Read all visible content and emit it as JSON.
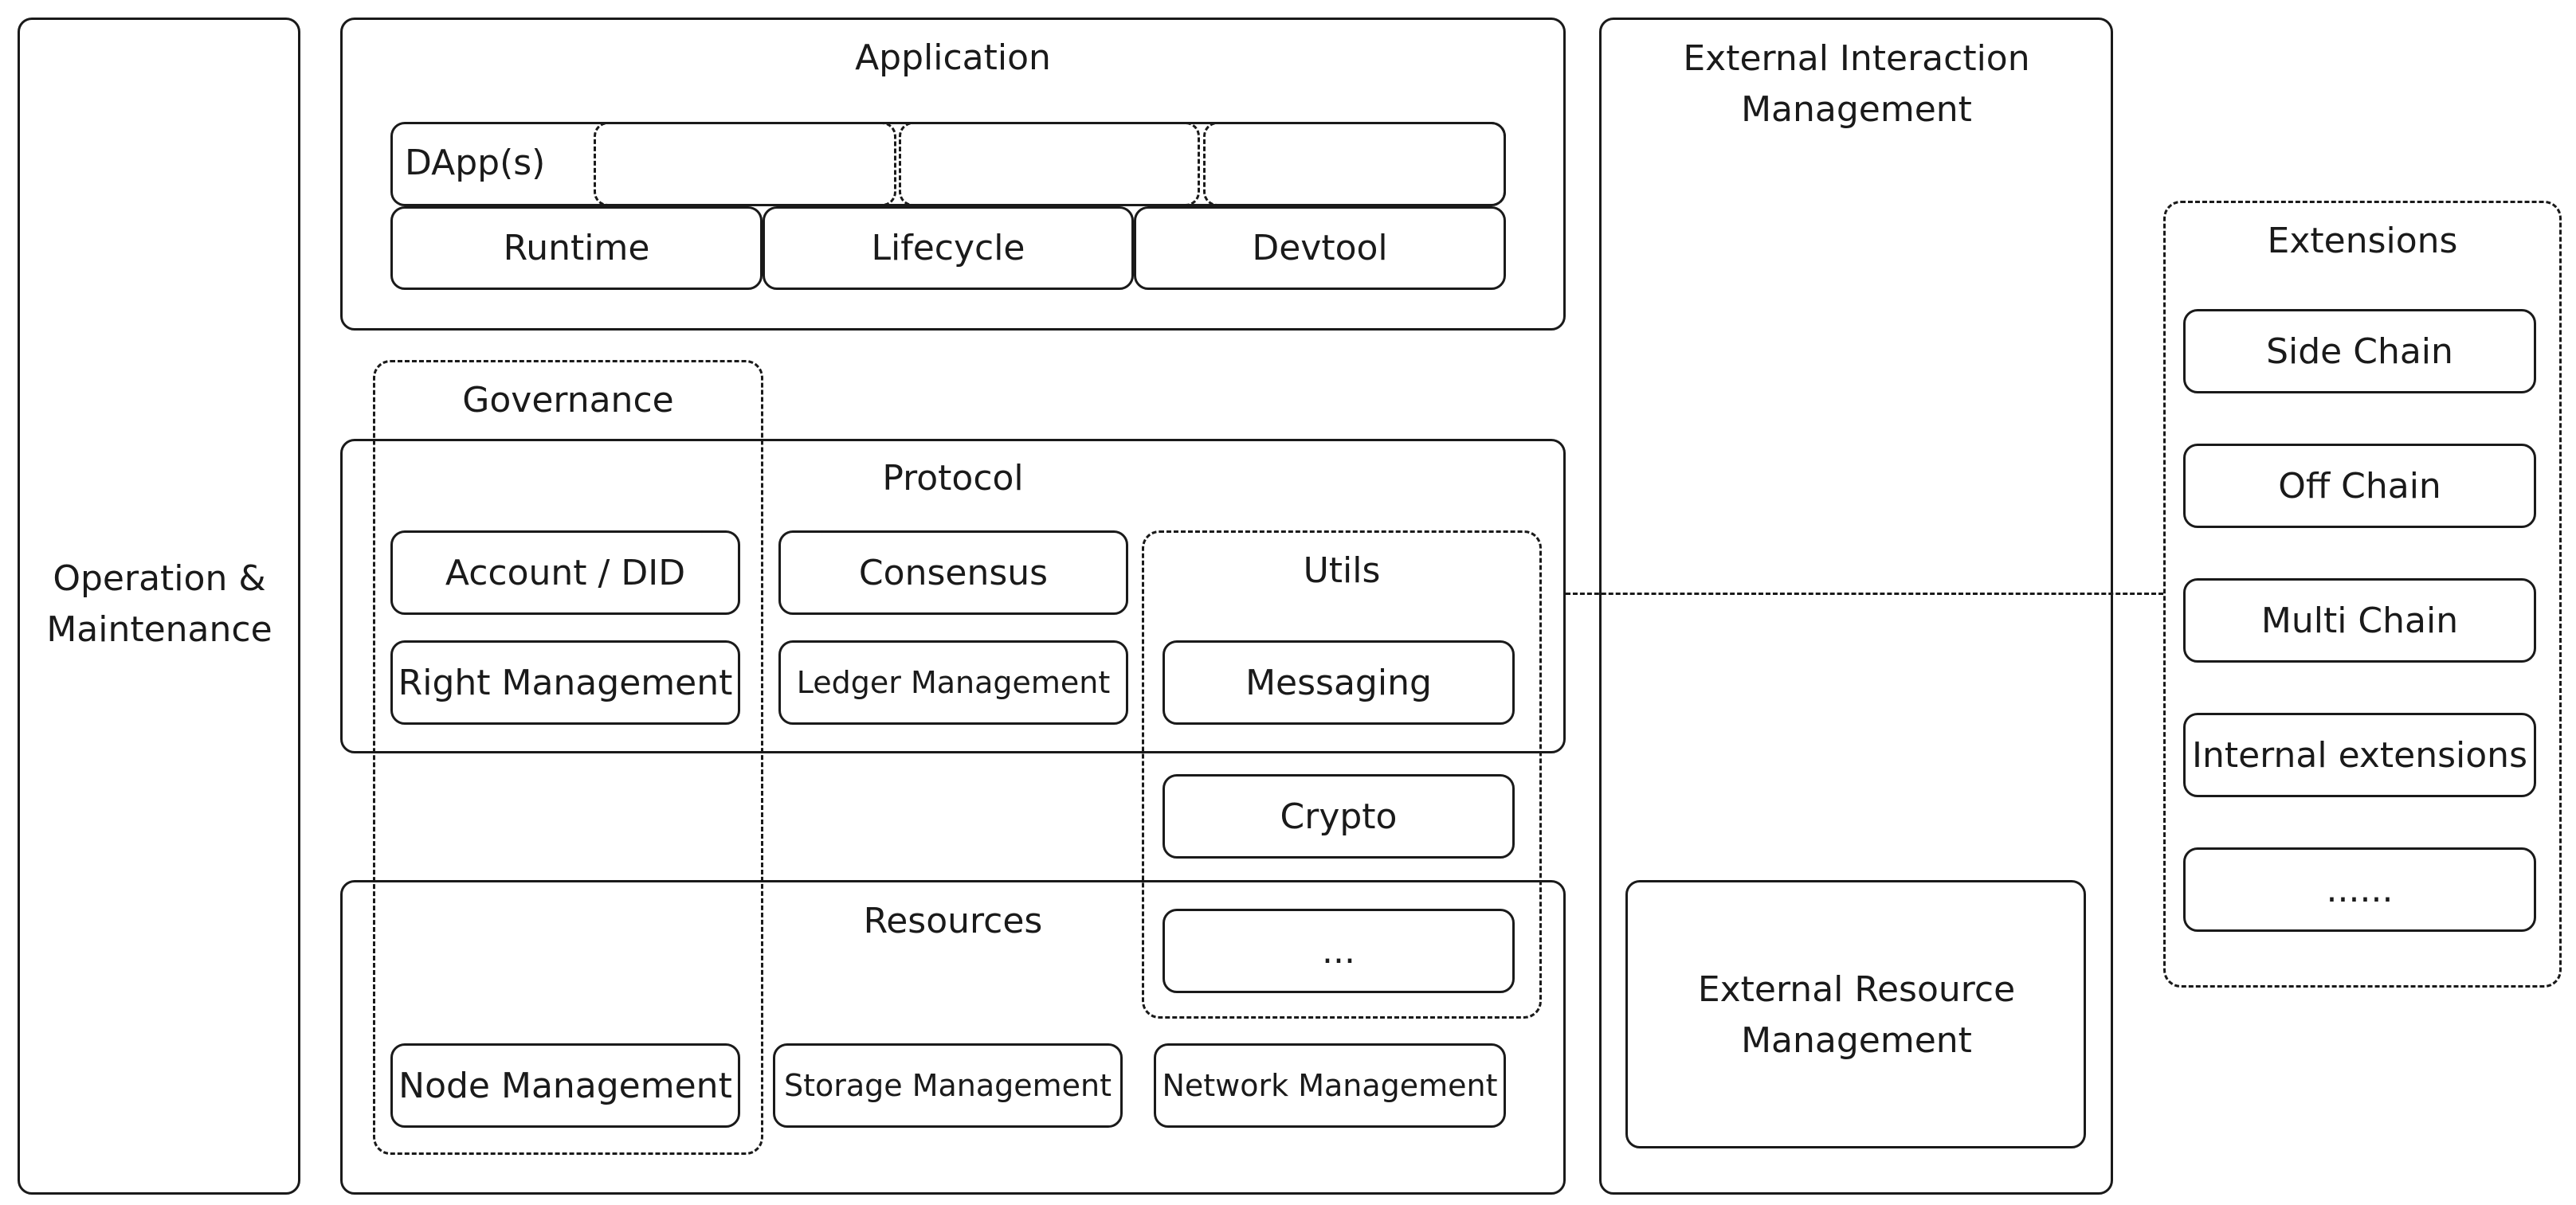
{
  "operation": {
    "label": "Operation & Maintenance"
  },
  "application": {
    "title": "Application",
    "dapps_label": "DApp(s)",
    "items": [
      "Runtime",
      "Lifecycle",
      "Devtool"
    ]
  },
  "governance": {
    "title": "Governance"
  },
  "protocol": {
    "title": "Protocol",
    "items": [
      "Account / DID",
      "Right Management",
      "Consensus",
      "Ledger Management"
    ]
  },
  "utils": {
    "title": "Utils",
    "items": [
      "Messaging",
      "Crypto",
      "..."
    ]
  },
  "resources": {
    "title": "Resources",
    "items": [
      "Node Management",
      "Storage Management",
      "Network Management"
    ]
  },
  "external_interaction": {
    "title": "External Interaction Management"
  },
  "external_resource": {
    "title": "External Resource Management"
  },
  "extensions": {
    "title": "Extensions",
    "items": [
      "Side Chain",
      "Off Chain",
      "Multi Chain",
      "Internal extensions",
      "......"
    ]
  }
}
